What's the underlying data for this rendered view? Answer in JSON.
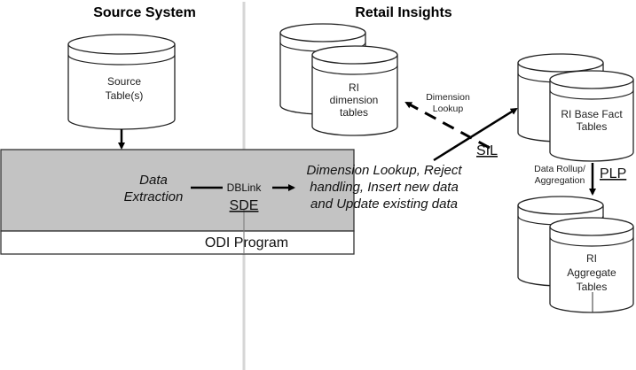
{
  "sections": {
    "left_header": "Source System",
    "right_header": "Retail Insights"
  },
  "databases": {
    "source": [
      "Source",
      "Table(s)"
    ],
    "dimension": [
      "RI",
      "dimension",
      "tables"
    ],
    "base_fact": [
      "RI Base Fact",
      "Tables"
    ],
    "aggregate": [
      "RI",
      "Aggregate",
      "Tables"
    ]
  },
  "odi_box": {
    "extraction": [
      "Data",
      "Extraction"
    ],
    "dblink": "DBLink",
    "sde": "SDE",
    "process": [
      "Dimension Lookup, Reject",
      "handling, Insert new data",
      "and Update existing data"
    ],
    "program_label": "ODI Program",
    "fill_color": "#c3c3c3"
  },
  "connectors": {
    "dimension_lookup": [
      "Dimension",
      "Lookup"
    ],
    "sil": "SIL",
    "data_rollup": [
      "Data Rollup/",
      "Aggregation"
    ],
    "plp": "PLP"
  },
  "divider_color": "#d6d6d6"
}
